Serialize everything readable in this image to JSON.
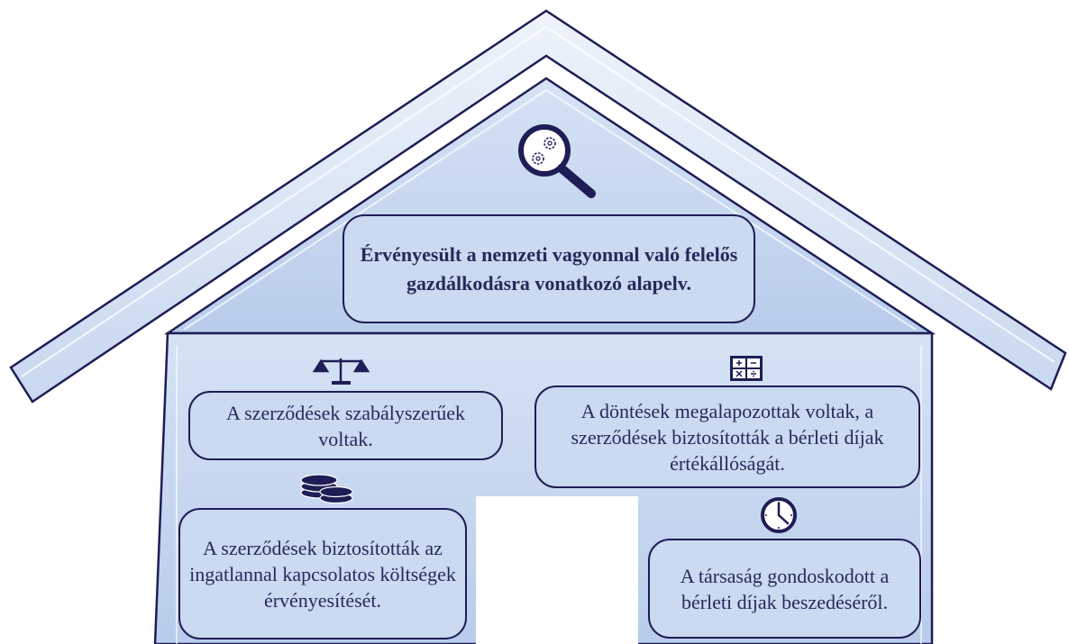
{
  "colors": {
    "outline": "#1f1d55",
    "roof_fill": "#d3e0f3",
    "house_fill": "#bdd0ec",
    "box_fill": "#c9daf1",
    "door": "#ffffff",
    "text": "#262a5a"
  },
  "icons": {
    "top": "magnifier-gears-icon",
    "left_top": "scales-icon",
    "right_top": "calculator-icon",
    "left_bottom": "coins-icon",
    "right_bottom": "clock-icon"
  },
  "boxes": {
    "main": "Érvényesült a nemzeti vagyonnal való felelős gazdálkodásra vonatkozó alapelv.",
    "left_top": "A szerződések szabályszerűek voltak.",
    "right_top": "A döntések megalapozottak voltak, a szerződések biztosították a bérleti díjak értékállóságát.",
    "left_bottom": "A szerződések biztosították az ingatlannal kapcsolatos költségek érvényesítését.",
    "right_bottom": "A társaság gondoskodott a bérleti díjak beszedéséről."
  }
}
